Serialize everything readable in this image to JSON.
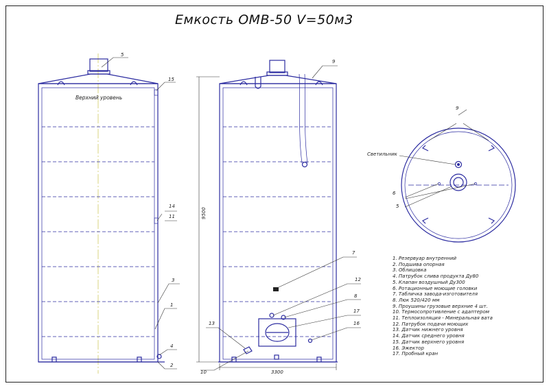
{
  "title": "Емкость ОМВ-50 V=50м3",
  "labels": {
    "upper_level": "Верхний уровень",
    "height_dim": "9500",
    "width_dim": "3300",
    "lamp": "Светильник"
  },
  "callouts": {
    "n1": "1",
    "n2": "2",
    "n3": "3",
    "n4": "4",
    "n5": "5",
    "n6": "6",
    "n7": "7",
    "n8": "8",
    "n9": "9",
    "n10": "10",
    "n11": "11",
    "n12": "12",
    "n13": "13",
    "n14": "14",
    "n15": "15",
    "n16": "16",
    "n17": "17"
  },
  "legend": [
    "1. Резервуар внутренний",
    "2. Подшива опорная",
    "3. Облицовка",
    "4. Патрубок слива продукта Ду80",
    "5. Клапан воздушный Ду300",
    "6. Ротационные моющие головки",
    "7. Табличка завода-изготовителя",
    "8. Люк 520/420 мм",
    "9. Проушины грузовые верхние 4 шт.",
    "10. Термосопротивление с адаптером",
    "11. Теплоизоляция - Минеральная вата",
    "12. Патрубок подачи моющих",
    "13. Датчик нижнего уровня",
    "14. Датчик среднего уровня",
    "15. Датчик верхнего уровня",
    "16. Эжектор",
    "17. Пробный кран"
  ]
}
